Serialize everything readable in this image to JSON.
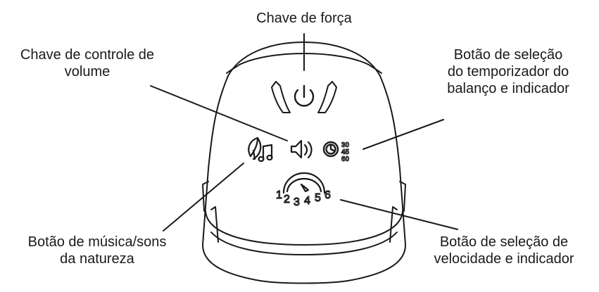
{
  "labels": {
    "power": {
      "lines": [
        "Chave de força"
      ]
    },
    "volume": {
      "lines": [
        "Chave de controle de",
        "volume"
      ]
    },
    "timer": {
      "lines": [
        "Botão de seleção",
        "do temporizador do",
        "balanço e indicador"
      ]
    },
    "music": {
      "lines": [
        "Botão de música/sons",
        "da natureza"
      ]
    },
    "speed": {
      "lines": [
        "Botão de seleção de",
        "velocidade e indicador"
      ]
    }
  },
  "device": {
    "timer_values": [
      "30",
      "45",
      "60"
    ],
    "speed_levels": [
      "1",
      "2",
      "3",
      "4",
      "5",
      "6"
    ],
    "icons": [
      "power-icon",
      "nature-leaf-icon",
      "music-note-icon",
      "speaker-icon",
      "clock-icon",
      "speed-gauge-icon"
    ]
  },
  "colors": {
    "stroke": "#1a1a1a",
    "background": "#ffffff"
  }
}
